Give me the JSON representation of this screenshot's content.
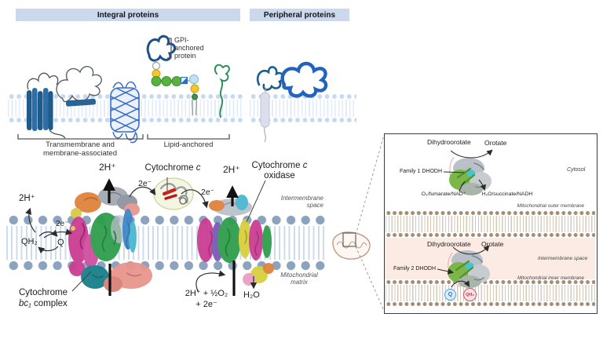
{
  "colors": {
    "header_bg": "#ccd9ec",
    "membrane_head_main": "#8ca3c0",
    "membrane_head_light": "#c5daf0",
    "membrane_head_tan": "#a58d74",
    "ims_pink": "#fcebe4",
    "q_blue": "#2e75b5",
    "qh2_red": "#b03a50"
  },
  "headers": {
    "integral": "Integral proteins",
    "peripheral": "Peripheral proteins"
  },
  "top": {
    "gpi_line1": "GPI-",
    "gpi_line2": "anchored",
    "gpi_line3": "protein",
    "bracket1_line1": "Transmembrane and",
    "bracket1_line2": "membrane-associated",
    "bracket2": "Lipid-anchored"
  },
  "etc": {
    "proton_left": "2H⁺",
    "electron_left": "2e⁻",
    "qh2": "QH₂",
    "q": "Q",
    "proton_bc1": "2H⁺",
    "electron1": "2e⁻",
    "electron2": "2e⁻",
    "proton_cco": "2H⁺",
    "cytc_pre": "Cytochrome",
    "cytc_it": "c",
    "cco_pre": "Cytochrome",
    "cco_it": "c",
    "cco_line2": "oxidase",
    "ims_line1": "Intermembrane",
    "ims_line2": "space",
    "matrix_line1": "Mitochondrial",
    "matrix_line2": "matrix",
    "bc1_line1": "Cytochrome",
    "bc1_it": "bc₁",
    "bc1_rest": " complex",
    "oxygen_line1": "2H⁺ + ½O₂",
    "oxygen_line2": "+ 2e⁻",
    "water": "H₂O"
  },
  "panel": {
    "f1_substrate": "Dihydroorotate",
    "f1_product": "Orotate",
    "f1_enzyme": "Family 1 DHODH",
    "f1_compartment": "Cytosol",
    "f1_in": "O₂/fumarate/NAD⁺",
    "f1_out": "H₂O/succinate/NADH",
    "outer_membrane": "Mitochondrial outer membrane",
    "f2_substrate": "Dihydroorotate",
    "f2_product": "Orotate",
    "f2_enzyme": "Family 2 DHODH",
    "f2_compartment": "Intermembrane space",
    "inner_membrane": "Mitochondrial inner membrane",
    "q": "Q",
    "qh2": "QH₂"
  }
}
